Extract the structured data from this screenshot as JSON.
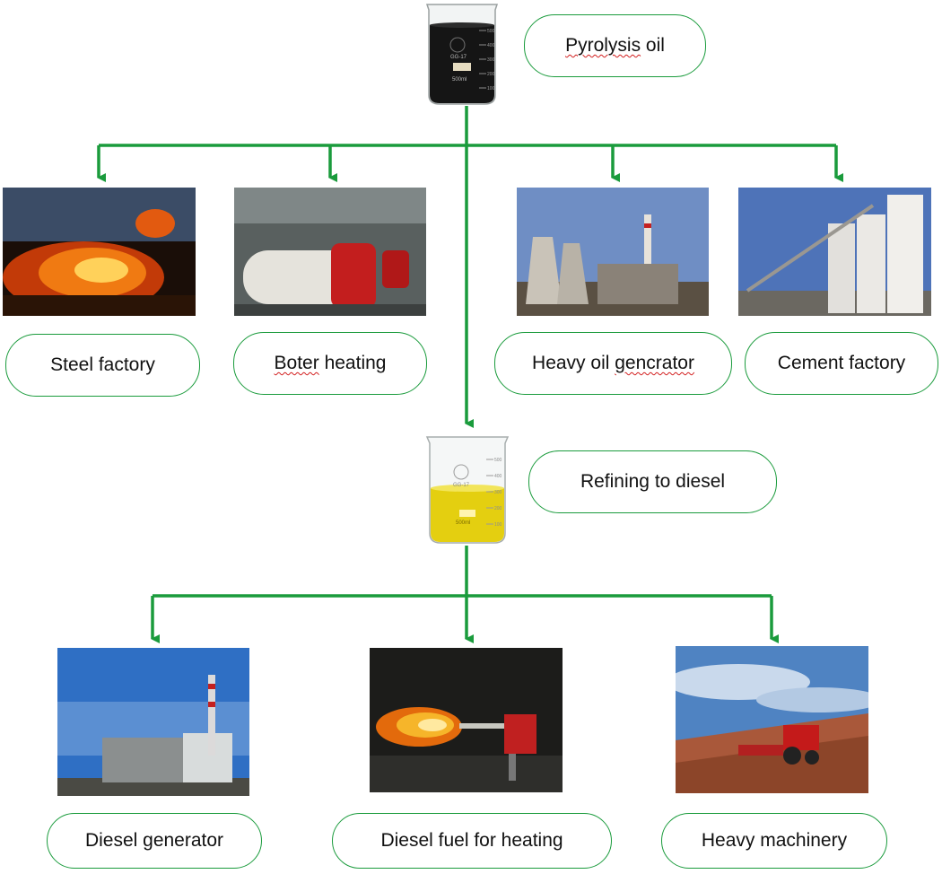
{
  "title_label": {
    "prefix": "",
    "squiggle": "Pyrolysis",
    "suffix": " oil"
  },
  "refine_label": "Refining to diesel",
  "beaker_top": {
    "brand": "GG-17",
    "volume": "500ml",
    "marks": [
      "500",
      "400",
      "300",
      "200",
      "100"
    ]
  },
  "beaker_mid": {
    "brand": "GG-17",
    "volume": "500ml",
    "marks": [
      "500",
      "400",
      "300",
      "200",
      "100"
    ]
  },
  "uses": [
    {
      "prefix": "",
      "squiggle": "",
      "suffix": "Steel factory"
    },
    {
      "prefix": "",
      "squiggle": "Boter",
      "suffix": " heating"
    },
    {
      "prefix": "Heavy oil ",
      "squiggle": "gencrator",
      "suffix": ""
    },
    {
      "prefix": "",
      "squiggle": "",
      "suffix": "Cement factory"
    }
  ],
  "diesel_uses": [
    "Diesel generator",
    "Diesel fuel for heating",
    "Heavy machinery"
  ],
  "colors": {
    "connector": "#1a9b3c",
    "pill_border": "#1a9b3c",
    "spellcheck": "#d21e1e",
    "crude_oil": "#141414",
    "diesel": "#e4cf10"
  }
}
